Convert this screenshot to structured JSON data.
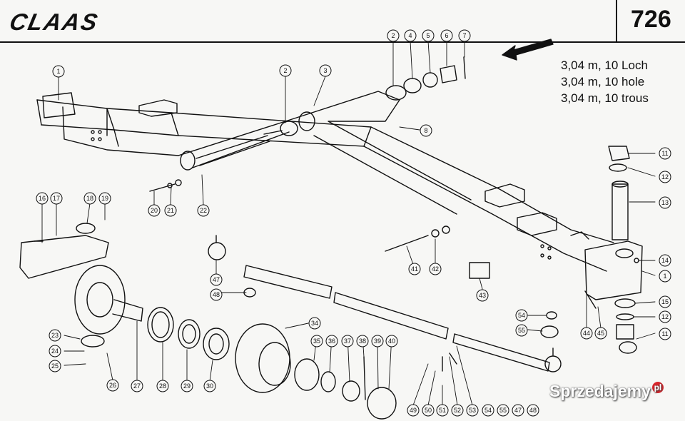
{
  "header": {
    "brand": "CLAAS",
    "page_number": "726"
  },
  "description": {
    "lines": [
      "3,04 m, 10 Loch",
      "3,04 m, 10 hole",
      "3,04 m, 10 trous"
    ]
  },
  "callouts": [
    {
      "id": "c1a",
      "label": "1"
    },
    {
      "id": "c2a",
      "label": "2"
    },
    {
      "id": "c3",
      "label": "3"
    },
    {
      "id": "c2b",
      "label": "2"
    },
    {
      "id": "c4",
      "label": "4"
    },
    {
      "id": "c5",
      "label": "5"
    },
    {
      "id": "c6",
      "label": "6"
    },
    {
      "id": "c7",
      "label": "7"
    },
    {
      "id": "c8",
      "label": "8"
    },
    {
      "id": "c11a",
      "label": "11"
    },
    {
      "id": "c12a",
      "label": "12"
    },
    {
      "id": "c13",
      "label": "13"
    },
    {
      "id": "c14",
      "label": "14"
    },
    {
      "id": "c1b",
      "label": "1"
    },
    {
      "id": "c15",
      "label": "15"
    },
    {
      "id": "c12b",
      "label": "12"
    },
    {
      "id": "c11b",
      "label": "11"
    },
    {
      "id": "c16",
      "label": "16"
    },
    {
      "id": "c17",
      "label": "17"
    },
    {
      "id": "c18",
      "label": "18"
    },
    {
      "id": "c19",
      "label": "19"
    },
    {
      "id": "c20",
      "label": "20"
    },
    {
      "id": "c21",
      "label": "21"
    },
    {
      "id": "c22",
      "label": "22"
    },
    {
      "id": "c23",
      "label": "23"
    },
    {
      "id": "c24",
      "label": "24"
    },
    {
      "id": "c25",
      "label": "25"
    },
    {
      "id": "c26",
      "label": "26"
    },
    {
      "id": "c27",
      "label": "27"
    },
    {
      "id": "c28",
      "label": "28"
    },
    {
      "id": "c29",
      "label": "29"
    },
    {
      "id": "c30",
      "label": "30"
    },
    {
      "id": "c34",
      "label": "34"
    },
    {
      "id": "c35",
      "label": "35"
    },
    {
      "id": "c36",
      "label": "36"
    },
    {
      "id": "c37",
      "label": "37"
    },
    {
      "id": "c38",
      "label": "38"
    },
    {
      "id": "c39",
      "label": "39"
    },
    {
      "id": "c40",
      "label": "40"
    },
    {
      "id": "c41",
      "label": "41"
    },
    {
      "id": "c42",
      "label": "42"
    },
    {
      "id": "c43",
      "label": "43"
    },
    {
      "id": "c44",
      "label": "44"
    },
    {
      "id": "c45",
      "label": "45"
    },
    {
      "id": "c47a",
      "label": "47"
    },
    {
      "id": "c48a",
      "label": "48"
    },
    {
      "id": "c49",
      "label": "49"
    },
    {
      "id": "c50",
      "label": "50"
    },
    {
      "id": "c51",
      "label": "51"
    },
    {
      "id": "c52",
      "label": "52"
    },
    {
      "id": "c53",
      "label": "53"
    },
    {
      "id": "c54a",
      "label": "54"
    },
    {
      "id": "c55a",
      "label": "55"
    },
    {
      "id": "c47b",
      "label": "47"
    },
    {
      "id": "c48b",
      "label": "48"
    },
    {
      "id": "c54b",
      "label": "54"
    },
    {
      "id": "c55b",
      "label": "55"
    }
  ],
  "watermark": {
    "text": "Sprzedajemy",
    "badge": "pl"
  },
  "colors": {
    "ink": "#111111",
    "paper": "#f7f7f5",
    "watermark_badge": "#d9262c"
  }
}
